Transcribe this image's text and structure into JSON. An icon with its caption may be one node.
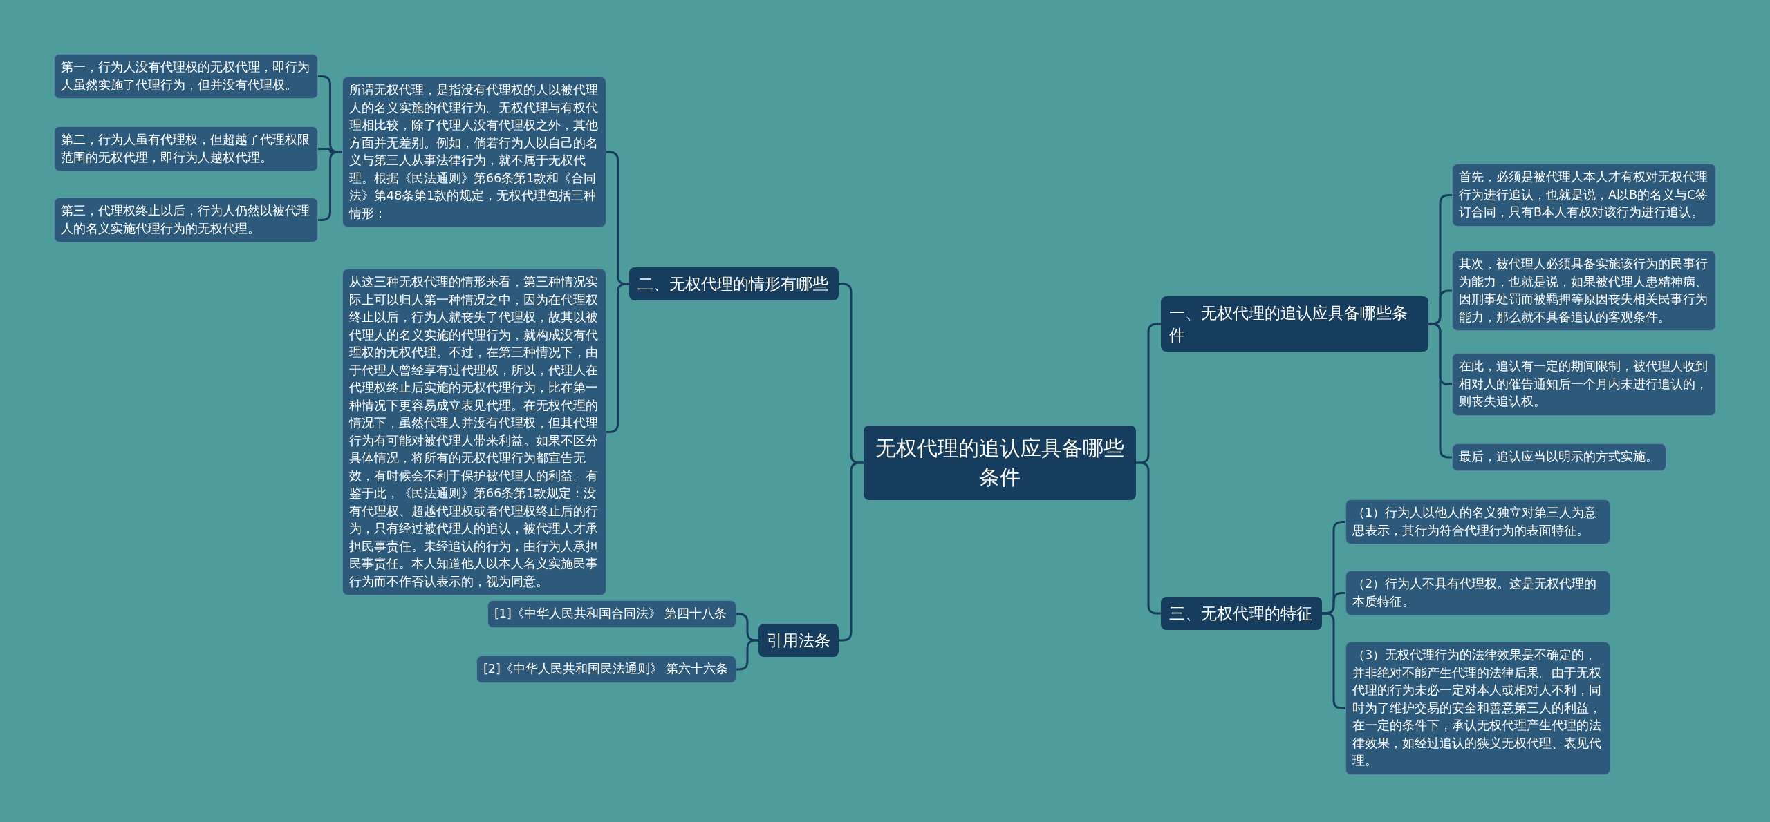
{
  "diagram": {
    "nodes": [
      {
        "text": [
          "无权代理的追认应具备哪些条件"
        ]
      },
      {
        "text": [
          "二、无权代理的情形有哪些"
        ]
      },
      {
        "text": [
          "所谓无权代理，是指没有代理权的人以被代理人的名义实施的代理行为。无权代理与有权代理相比较，除了代理人没有代理权之外，其他方面并无差别。例如，倘若行为人以自己的名义与第三人从事法律行为，就不属于无权代理。根据《民法通则》第66条第1款和《合同法》第48条第1款的规定，无权代理包括三种情形："
        ]
      },
      {
        "text": [
          "第一，行为人没有代理权的无权代理，即行为人虽然实施了代理行为，但并没有代理权。"
        ]
      },
      {
        "text": [
          "第二，行为人虽有代理权，但超越了代理权限范围的无权代理，即行为人越权代理。"
        ]
      },
      {
        "text": [
          "第三，代理权终止以后，行为人仍然以被代理人的名义实施代理行为的无权代理。"
        ]
      },
      {
        "text": [
          "从这三种无权代理的情形来看，第三种情况实际上可以归人第一种情况之中，因为在代理权终止以后，行为人就丧失了代理权，故其以被代理人的名义实施的代理行为，就构成没有代理权的无权代理。不过，在第三种情况下，由于代理人曾经享有过代理权，所以，代理人在代理权终止后实施的无权代理行为，比在第一种情况下更容易成立表见代理。在无权代理的情况下，虽然代理人并没有代理权，但其代理行为有可能对被代理人带来利益。如果不区分具体情况，将所有的无权代理行为都宣告无效，有时候会不利于保护被代理人的利益。有鉴于此，《民法通则》第66条第1款规定：没有代理权、超越代理权或者代理权终止后的行为，只有经过被代理人的追认，被代理人才承担民事责任。未经追认的行为，由行为人承担民事责任。本人知道他人以本人名义实施民事行为而不作否认表示的，视为同意。"
        ]
      },
      {
        "text": [
          "引用法条"
        ]
      },
      {
        "text": [
          "[1]《中华人民共和国合同法》 第四十八条"
        ]
      },
      {
        "text": [
          "[2]《中华人民共和国民法通则》 第六十六条"
        ]
      },
      {
        "text": [
          "一、无权代理的追认应具备哪些条件"
        ]
      },
      {
        "text": [
          "首先，必须是被代理人本人才有权对无权代理行为进行追认，也就是说，A以B的名义与C签订合同，只有B本人有权对该行为进行追认。"
        ]
      },
      {
        "text": [
          "其次，被代理人必须具备实施该行为的民事行为能力，也就是说，如果被代理人患精神病、因刑事处罚而被羁押等原因丧失相关民事行为能力，那么就不具备追认的客观条件。"
        ]
      },
      {
        "text": [
          "在此，追认有一定的期间限制，被代理人收到相对人的催告通知后一个月内未进行追认的，则丧失追认权。"
        ]
      },
      {
        "text": [
          "最后，追认应当以明示的方式实施。"
        ]
      },
      {
        "text": [
          "三、无权代理的特征"
        ]
      },
      {
        "text": [
          "（1）行为人以他人的名义独立对第三人为意思表示，其行为符合代理行为的表面特征。"
        ]
      },
      {
        "text": [
          "（2）行为人不具有代理权。这是无权代理的本质特征。"
        ]
      },
      {
        "text": [
          "（3）无权代理行为的法律效果是不确定的，并非绝对不能产生代理的法律后果。由于无权代理的行为未必一定对本人或相对人不利，同时为了维护交易的安全和善意第三人的利益，在一定的条件下，承认无权代理产生代理的法律效果，如经过追认的狭义无权代理、表见代理。"
        ]
      }
    ],
    "edges": [
      {
        "from": 0,
        "to": 1,
        "arrow": "none"
      },
      {
        "from": 1,
        "to": 2,
        "arrow": "none"
      },
      {
        "from": 2,
        "to": 3,
        "arrow": "none"
      },
      {
        "from": 2,
        "to": 4,
        "arrow": "none"
      },
      {
        "from": 2,
        "to": 5,
        "arrow": "none"
      },
      {
        "from": 1,
        "to": 6,
        "arrow": "none"
      },
      {
        "from": 0,
        "to": 7,
        "arrow": "none"
      },
      {
        "from": 7,
        "to": 8,
        "arrow": "none"
      },
      {
        "from": 7,
        "to": 9,
        "arrow": "none"
      },
      {
        "from": 0,
        "to": 10,
        "arrow": "none"
      },
      {
        "from": 10,
        "to": 11,
        "arrow": "none"
      },
      {
        "from": 10,
        "to": 12,
        "arrow": "none"
      },
      {
        "from": 10,
        "to": 13,
        "arrow": "none"
      },
      {
        "from": 10,
        "to": 14,
        "arrow": "none"
      },
      {
        "from": 0,
        "to": 15,
        "arrow": "none"
      },
      {
        "from": 15,
        "to": 16,
        "arrow": "none"
      },
      {
        "from": 15,
        "to": 17,
        "arrow": "none"
      },
      {
        "from": 15,
        "to": 18,
        "arrow": "none"
      }
    ]
  }
}
